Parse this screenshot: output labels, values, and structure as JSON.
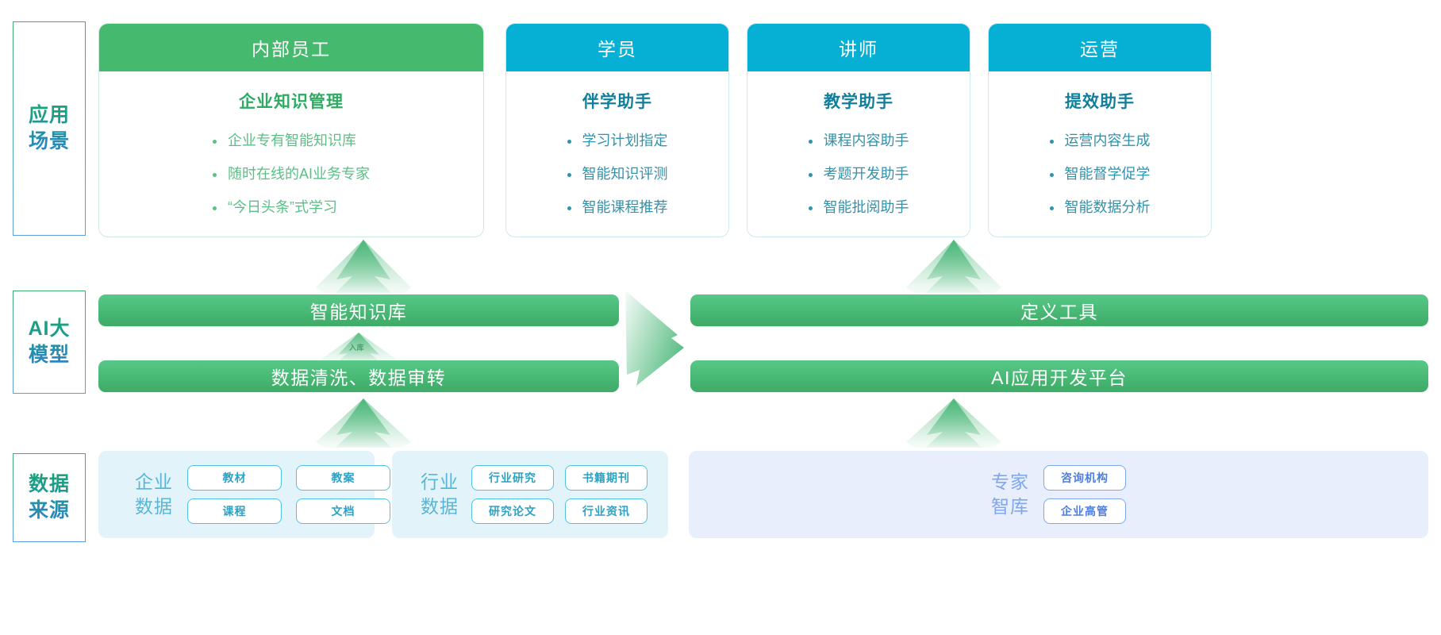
{
  "rails": [
    {
      "name": "application-scenarios",
      "lines": [
        "应用",
        "场景"
      ]
    },
    {
      "name": "ai-large-model",
      "lines": [
        "AI大",
        "模型"
      ]
    },
    {
      "name": "data-sources",
      "lines": [
        "数据",
        "来源"
      ]
    }
  ],
  "scenario_cards": [
    {
      "audience": "内部员工",
      "title": "企业知识管理",
      "theme": "green",
      "bullets": [
        "企业专有智能知识库",
        "随时在线的AI业务专家",
        "“今日头条”式学习"
      ]
    },
    {
      "audience": "学员",
      "title": "伴学助手",
      "theme": "cyan",
      "bullets": [
        "学习计划指定",
        "智能知识评测",
        "智能课程推荐"
      ]
    },
    {
      "audience": "讲师",
      "title": "教学助手",
      "theme": "cyan",
      "bullets": [
        "课程内容助手",
        "考题开发助手",
        "智能批阅助手"
      ]
    },
    {
      "audience": "运营",
      "title": "提效助手",
      "theme": "cyan",
      "bullets": [
        "运营内容生成",
        "智能督学促学",
        "智能数据分析"
      ]
    }
  ],
  "model_bars": {
    "left_top": "智能知识库",
    "left_bottom": "数据清洗、数据审转",
    "right_top": "定义工具",
    "right_bottom": "AI应用开发平台",
    "ingest_label": "入库"
  },
  "data_sources": [
    {
      "group": "enterprise-data",
      "label_lines": [
        "企业",
        "数据"
      ],
      "theme": "teal",
      "chips": [
        "教材",
        "教案",
        "课程",
        "文档"
      ]
    },
    {
      "group": "industry-data",
      "label_lines": [
        "行业",
        "数据"
      ],
      "theme": "teal",
      "chips": [
        "行业研究",
        "书籍期刊",
        "研究论文",
        "行业资讯"
      ]
    },
    {
      "group": "expert-think-tank",
      "label_lines": [
        "专家",
        "智库"
      ],
      "theme": "lav",
      "chips": [
        "咨询机构",
        "企业高管"
      ]
    }
  ],
  "colors": {
    "green_header": "#45ba6f",
    "cyan_header": "#06b0d4",
    "green_bar_start": "#57c887",
    "green_bar_end": "#3eab67",
    "teal_panel": "#e2f4fa",
    "lav_panel": "#e8eefc",
    "chip_teal_border": "#4ec3e4",
    "chip_lav_border": "#7ea7ef"
  },
  "icons": {
    "up_arrow": "up-arrow-icon",
    "right_arrow": "right-arrow-icon"
  }
}
